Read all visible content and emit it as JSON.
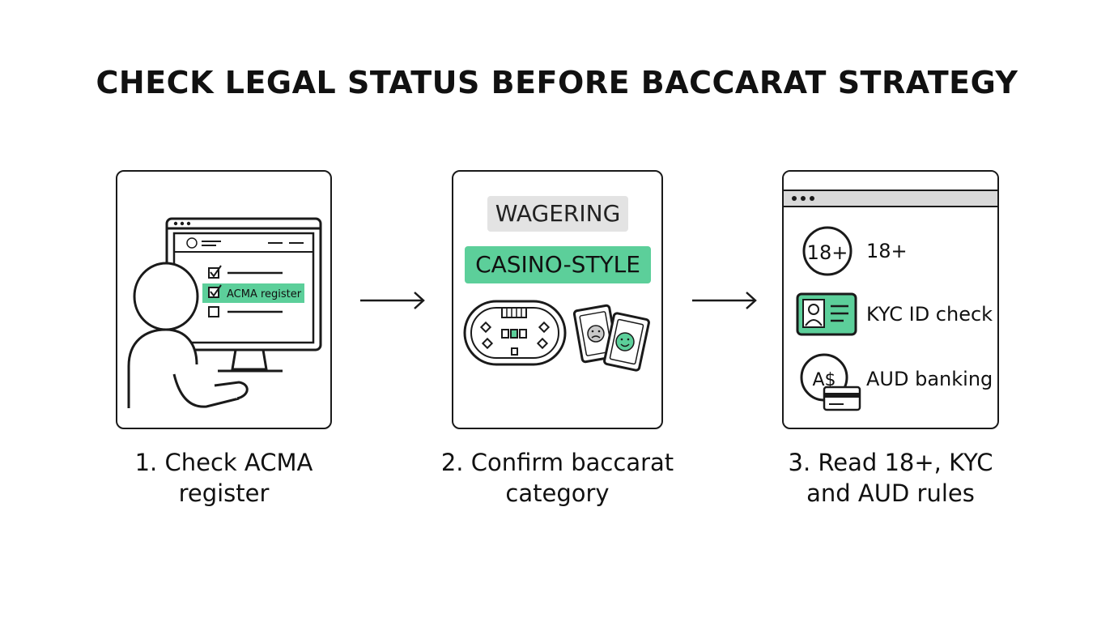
{
  "title": "CHECK LEGAL STATUS BEFORE BACCARAT STRATEGY",
  "colors": {
    "accent": "#5ccf9a",
    "neutral_tag": "#e3e3e3",
    "ink": "#1a1a1a"
  },
  "steps": [
    {
      "caption_line1": "1. Check ACMA",
      "caption_line2": "register",
      "highlight_label": "ACMA register",
      "icons": [
        "person-icon",
        "monitor-icon",
        "checkbox-icon"
      ]
    },
    {
      "caption_line1": "2. Confirm baccarat",
      "caption_line2": "category",
      "tags": {
        "neutral": "WAGERING",
        "highlight": "CASINO-STYLE"
      },
      "icons": [
        "baccarat-table-icon",
        "playing-cards-icon"
      ]
    },
    {
      "caption_line1": "3. Read 18+, KYC",
      "caption_line2": "and AUD rules",
      "requirements": [
        {
          "badge": "18+",
          "label": "18+",
          "icon": "age-18-icon"
        },
        {
          "label": "KYC ID check",
          "icon": "id-card-icon"
        },
        {
          "badge": "A$",
          "label": "AUD banking",
          "icon": "aud-card-icon"
        }
      ]
    }
  ]
}
